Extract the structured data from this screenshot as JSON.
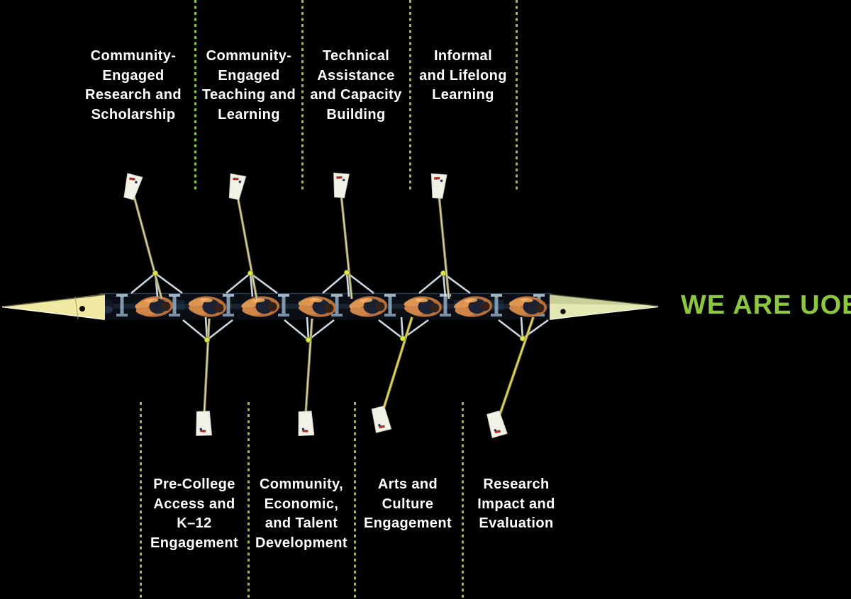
{
  "page": {
    "background": "#000000",
    "accent_green": "#8dc63f",
    "label_text_color": "#ffffff"
  },
  "branding": {
    "wordmark": "WE ARE UOE"
  },
  "figure": {
    "alt": "Overhead photo of an eight-oared rowing shell with coxswain, oars extended"
  },
  "labels": {
    "top": [
      {
        "text": "Community-\nEngaged\nResearch and\nScholarship"
      },
      {
        "text": "Community-\nEngaged\nTeaching and\nLearning"
      },
      {
        "text": "Technical\nAssistance\nand Capacity\nBuilding"
      },
      {
        "text": "Informal\nand Lifelong\nLearning"
      }
    ],
    "bottom": [
      {
        "text": "Pre-College\nAccess and\nK–12\nEngagement"
      },
      {
        "text": "Community,\nEconomic,\nand Talent\nDevelopment"
      },
      {
        "text": "Arts and\nCulture\nEngagement"
      },
      {
        "text": "Research\nImpact and\nEvaluation"
      }
    ]
  }
}
